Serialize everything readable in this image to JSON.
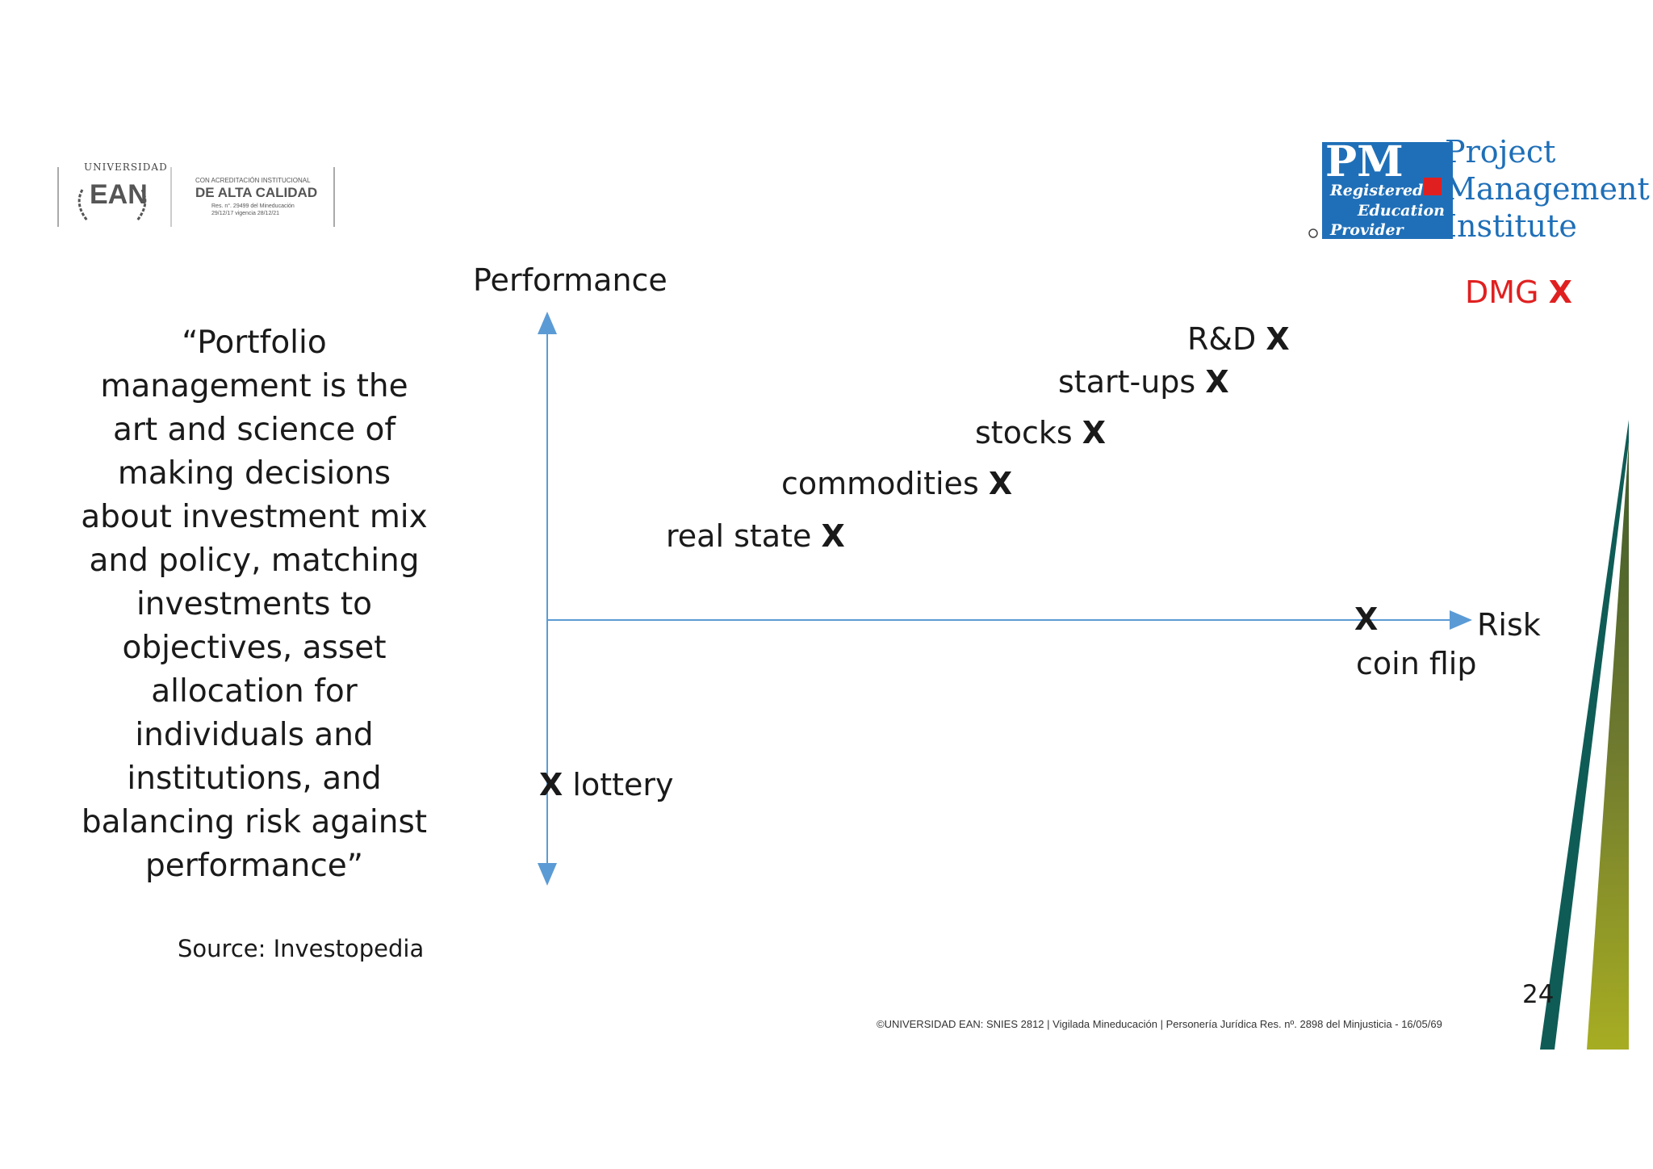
{
  "header": {
    "ean_logo": {
      "universidad": "UNIVERSIDAD",
      "ean": "EAN",
      "acreditacion_line1": "CON ACREDITACIÓN INSTITUCIONAL",
      "acreditacion_line2": "DE ALTA CALIDAD",
      "acreditacion_line3": "Res. n°. 29499 del Mineducación",
      "acreditacion_line4": "29/12/17 vigencia 28/12/21"
    },
    "pmi_logo": {
      "registered": "Registered",
      "education": "Education",
      "provider": "Provider",
      "project": "Project",
      "management": "Management",
      "institute": "Institute"
    }
  },
  "quote": {
    "lines": [
      "“Portfolio",
      "management is the",
      "art and science of",
      "making decisions",
      "about investment mix",
      "and policy, matching",
      "investments to",
      "objectives, asset",
      "allocation for",
      "individuals and",
      "institutions, and",
      "balancing risk against",
      "performance”"
    ],
    "source": "Source: Investopedia"
  },
  "diagram": {
    "y_axis_label": "Performance",
    "x_axis_label": "Risk",
    "marker": "X",
    "points": [
      {
        "label": "DMG",
        "color": "#e02020"
      },
      {
        "label": "R&D"
      },
      {
        "label": "start-ups"
      },
      {
        "label": "stocks"
      },
      {
        "label": "commodities"
      },
      {
        "label": "real state"
      },
      {
        "label": "coin flip"
      },
      {
        "label": "lottery"
      }
    ]
  },
  "footer": {
    "page_number": "24",
    "copyright": "©UNIVERSIDAD EAN: SNIES 2812 | Vigilada Mineducación | Personería Jurídica Res. nº. 2898 del Minjusticia - 16/05/69"
  },
  "colors": {
    "axis": "#5b9bd5",
    "accent_red": "#e02020",
    "stripe_teal": "#0f5c56",
    "pmi_blue": "#1f6fb8"
  }
}
